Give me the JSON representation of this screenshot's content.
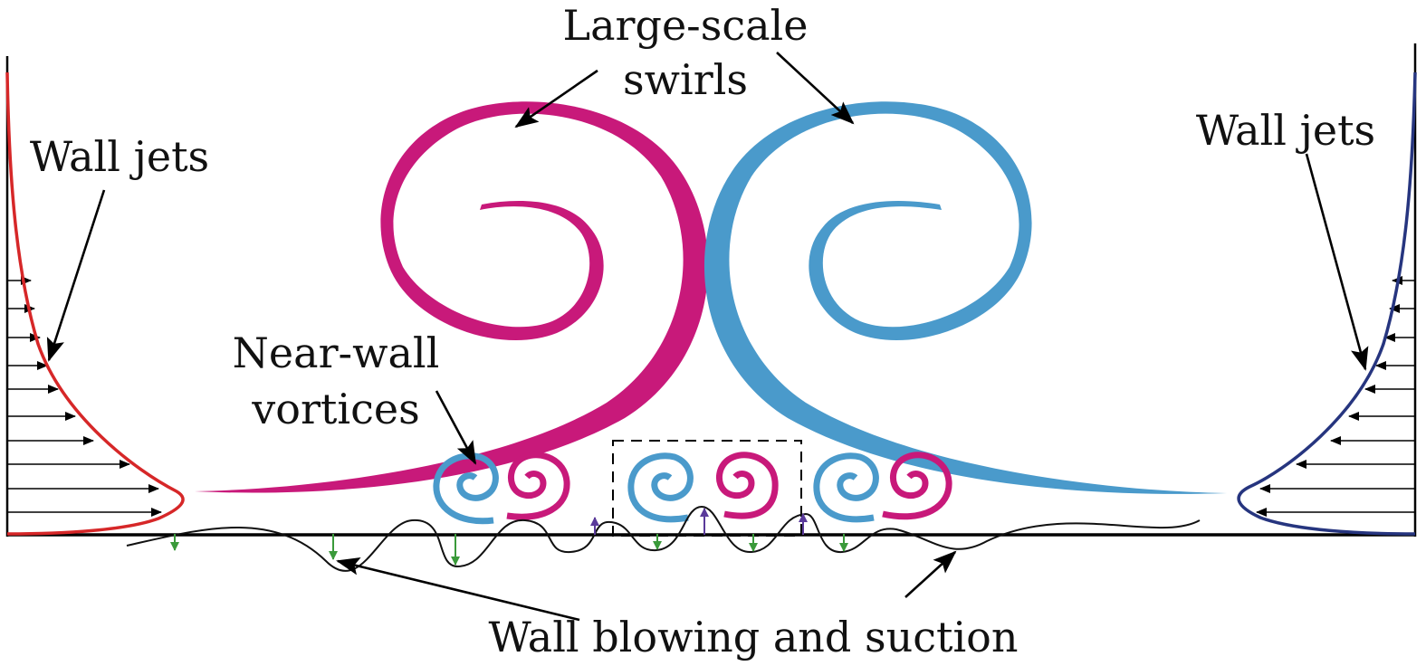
{
  "labels": {
    "large_scale_line1": "Large-scale",
    "large_scale_line2": "swirls",
    "wall_jets_left": "Wall jets",
    "wall_jets_right": "Wall jets",
    "near_wall_line1": "Near-wall",
    "near_wall_line2": "vortices",
    "blowing_suction": "Wall blowing and suction"
  },
  "colors": {
    "magenta_swirl": "#c8197a",
    "blue_swirl": "#4a9acb",
    "left_profile": "#d62728",
    "right_profile": "#26357f",
    "suction_arrow": "#3a9a3a",
    "blowing_arrow": "#5a3a9a",
    "ink": "#000000"
  }
}
